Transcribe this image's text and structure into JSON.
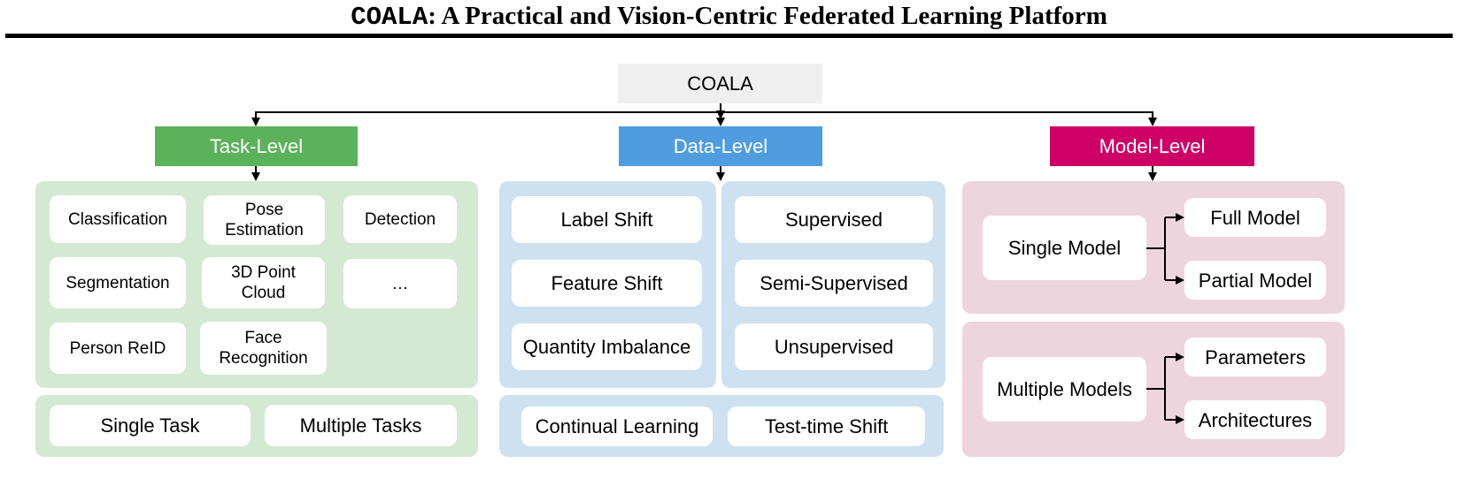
{
  "title": {
    "prefix": "COALA",
    "rest": ": A Practical and Vision-Centric Federated Learning Platform"
  },
  "root": "COALA",
  "levels": {
    "task": {
      "label": "Task-Level",
      "color": "#5cb25a"
    },
    "data": {
      "label": "Data-Level",
      "color": "#4f9ddf"
    },
    "model": {
      "label": "Model-Level",
      "color": "#cc0066"
    }
  },
  "task": {
    "items": [
      "Classification",
      "Pose\nEstimation",
      "Detection",
      "Segmentation",
      "3D Point\nCloud",
      "…",
      "Person ReID",
      "Face\nRecognition"
    ],
    "bottom": [
      "Single Task",
      "Multiple Tasks"
    ]
  },
  "data": {
    "left": [
      "Label Shift",
      "Feature Shift",
      "Quantity Imbalance"
    ],
    "right": [
      "Supervised",
      "Semi-Supervised",
      "Unsupervised"
    ],
    "bottom": [
      "Continual Learning",
      "Test-time Shift"
    ]
  },
  "model": {
    "single": {
      "source": "Single Model",
      "targets": [
        "Full Model",
        "Partial Model"
      ]
    },
    "multiple": {
      "source": "Multiple Models",
      "targets": [
        "Parameters",
        "Architectures"
      ]
    }
  }
}
